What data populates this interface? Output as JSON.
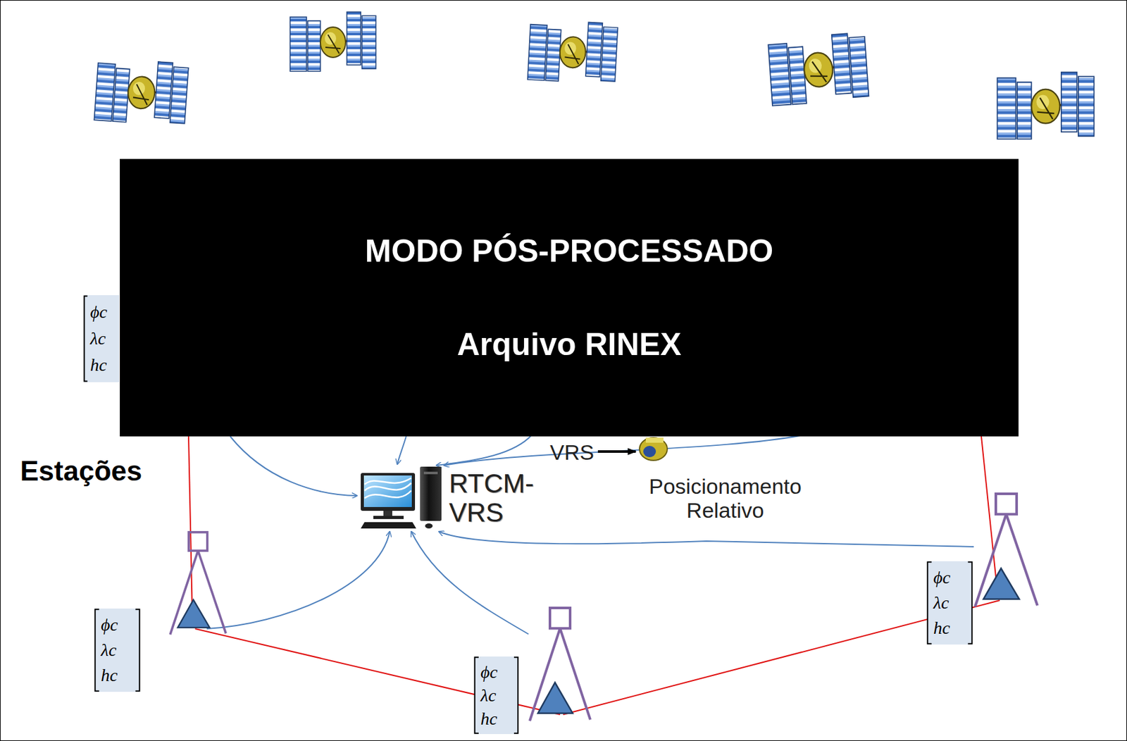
{
  "diagram": {
    "nodes": [
      {
        "text": [
          "MODO PÓS-PROCESSADO",
          "Arquivo RINEX"
        ]
      },
      {
        "text": [
          "RTCM-VRS"
        ]
      },
      {
        "text": [
          "ϕc",
          "λc",
          "hc"
        ]
      },
      {
        "text": [
          "ϕc",
          "λc",
          "hc"
        ]
      },
      {
        "text": [
          "ϕc",
          "λc",
          "hc"
        ]
      }
    ],
    "edges": [
      {
        "from": 2,
        "to": 1,
        "arrow": "to"
      },
      {
        "from": 3,
        "to": 1,
        "arrow": "to"
      },
      {
        "from": 4,
        "to": 1,
        "arrow": "to"
      },
      {
        "from": 2,
        "to": 3,
        "arrow": "none"
      },
      {
        "from": 3,
        "to": 4,
        "arrow": "none"
      }
    ],
    "labels": [
      "ϕc",
      "λc",
      "hc",
      "Estações",
      "VRS",
      "Posicionamento Relativo"
    ]
  }
}
